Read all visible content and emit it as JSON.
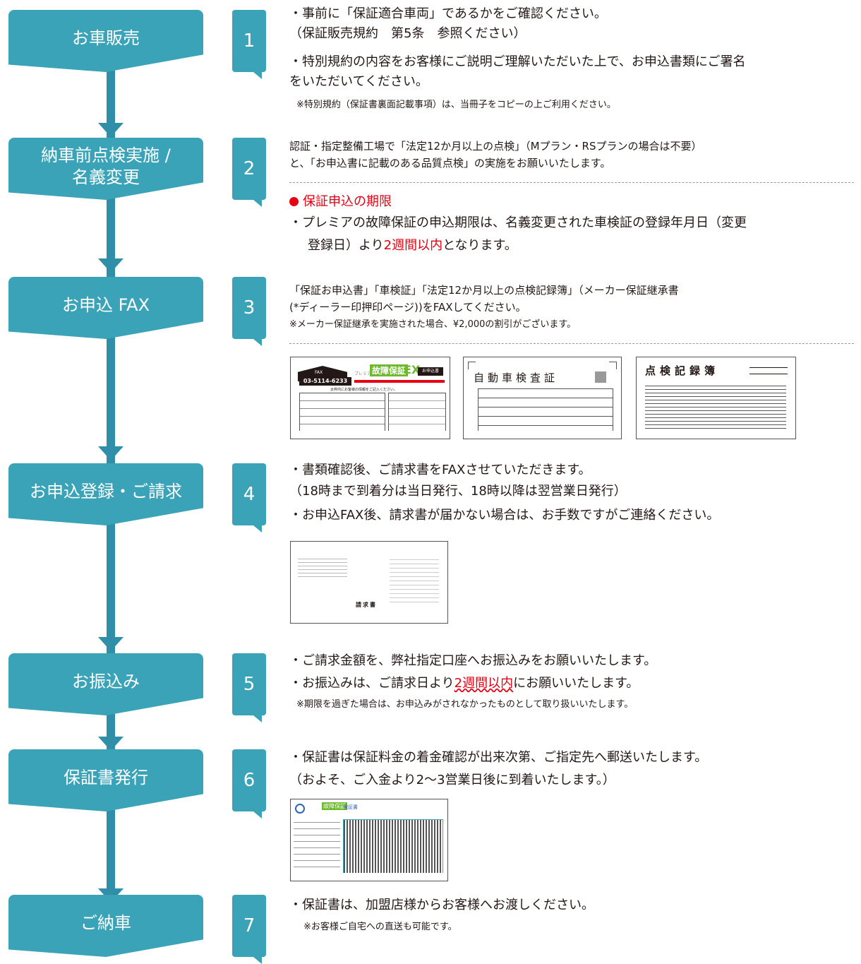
{
  "steps": [
    {
      "label": "お車販売",
      "num": "1"
    },
    {
      "label": "納車前点検実施 /\n名義変更",
      "num": "2"
    },
    {
      "label": "お申込 FAX",
      "num": "3"
    },
    {
      "label": "お申込登録・ご請求",
      "num": "4"
    },
    {
      "label": "お振込み",
      "num": "5"
    },
    {
      "label": "保証書発行",
      "num": "6"
    },
    {
      "label": "ご納車",
      "num": "7"
    }
  ],
  "s1": {
    "l1": "・事前に「保証適合車両」であるかをご確認ください。",
    "l2": "（保証販売規約　第5条　参照ください）",
    "l3": "・特別規約の内容をお客様にご説明ご理解いただいた上で、お申込書類にご署名",
    "l4": "をいただいてください。",
    "note": "※特別規約（保証書裏面記載事項）は、当冊子をコピーの上ご利用ください。"
  },
  "s2": {
    "l1": "認証・指定整備工場で「法定12か月以上の点検」（Mプラン・RSプランの場合は不要）",
    "l2": "と、「お申込書に記載のある品質点検」の実施をお願いいたします。",
    "deadline_title": "保証申込の期限",
    "d1": "・プレミアの故障保証の申込期限は、名義変更された車検証の登録年月日（変更",
    "d2a": "登録日）より",
    "d2b": "2週間以内",
    "d2c": "となります。"
  },
  "s3": {
    "l1": "「保証お申込書」「車検証」「法定12か月以上の点検記録簿」（メーカー保証継承書",
    "l2": "(*ディーラー印押印ページ))をFAXしてください。",
    "note": "※メーカー保証継承を実施された場合、¥2,000の割引がございます。",
    "doc1": {
      "fax_label": "FAX",
      "fax_number": "03-5114-6233",
      "brand_small": "プレミアの",
      "brand_main": "故障保証",
      "brand_ex": "EX",
      "badge": "お申込書",
      "form_caption": "太枠内にお客様の情報をご記入ください。"
    },
    "doc2": {
      "title": "自動車検査証"
    },
    "doc3": {
      "title": "点検記録簿"
    }
  },
  "s4": {
    "l1": "・書類確認後、ご請求書をFAXさせていただきます。",
    "l2": "（18時まで到着分は当日発行、18時以降は翌営業日発行）",
    "l3": "・お申込FAX後、請求書が届かない場合は、お手数ですがご連絡ください。",
    "invoice_title": "請求書"
  },
  "s5": {
    "l1": "・ご請求金額を、弊社指定口座へお振込みをお願いいたします。",
    "l2a": "・お振込みは、ご請求日より",
    "l2b": "2週間以内",
    "l2c": "にお願いいたします。",
    "note": "※期限を過ぎた場合は、お申込みがされなかったものとして取り扱いいたします。"
  },
  "s6": {
    "l1": "・保証書は保証料金の着金確認が出来次第、ご指定先へ郵送いたします。",
    "l2": "（およそ、ご入金より2〜3営業日後に到着いたします。）",
    "cert_title": "保証書"
  },
  "s7": {
    "l1": "・保証書は、加盟店様からお客様へお渡しください。",
    "note": "※お客様ご自宅への直送も可能です。"
  },
  "colors": {
    "accent": "#3aa3b8",
    "line": "#2f8fa8",
    "red": "#e60012"
  }
}
